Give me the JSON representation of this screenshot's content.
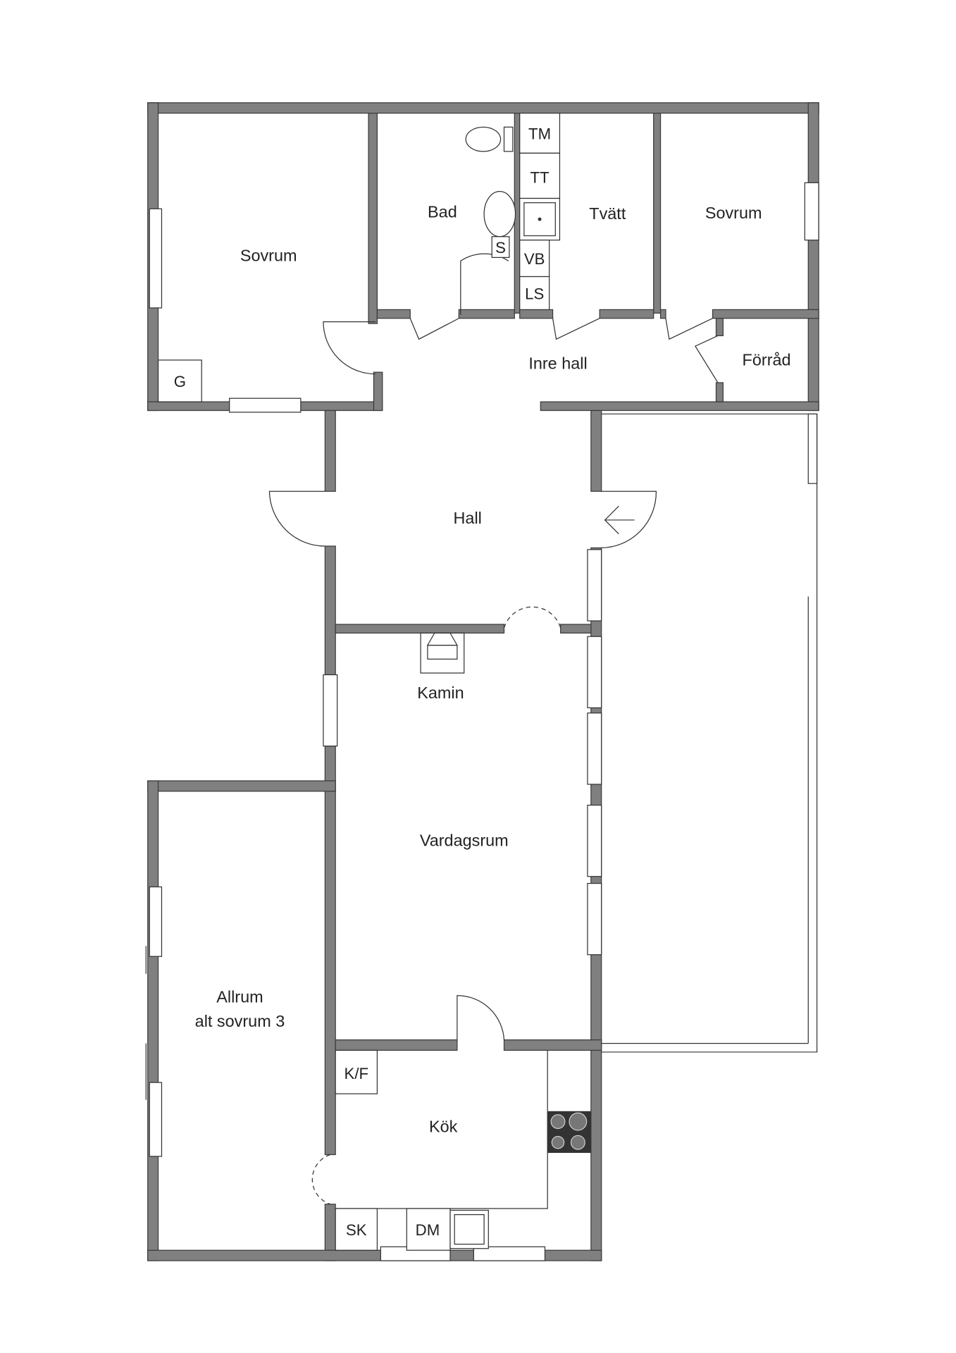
{
  "rooms": {
    "sovrum_left": "Sovrum",
    "bad": "Bad",
    "tvatt": "Tvätt",
    "sovrum_right": "Sovrum",
    "inre_hall": "Inre hall",
    "forrad": "Förråd",
    "hall": "Hall",
    "kamin": "Kamin",
    "vardagsrum": "Vardagsrum",
    "allrum_line1": "Allrum",
    "allrum_line2": "alt sovrum 3",
    "kok": "Kök"
  },
  "fixtures": {
    "tm": "TM",
    "tt": "TT",
    "vb": "VB",
    "ls": "LS",
    "s": "S",
    "g": "G",
    "kf": "K/F",
    "sk": "SK",
    "dm": "DM"
  },
  "colors": {
    "wall": "#808080"
  }
}
